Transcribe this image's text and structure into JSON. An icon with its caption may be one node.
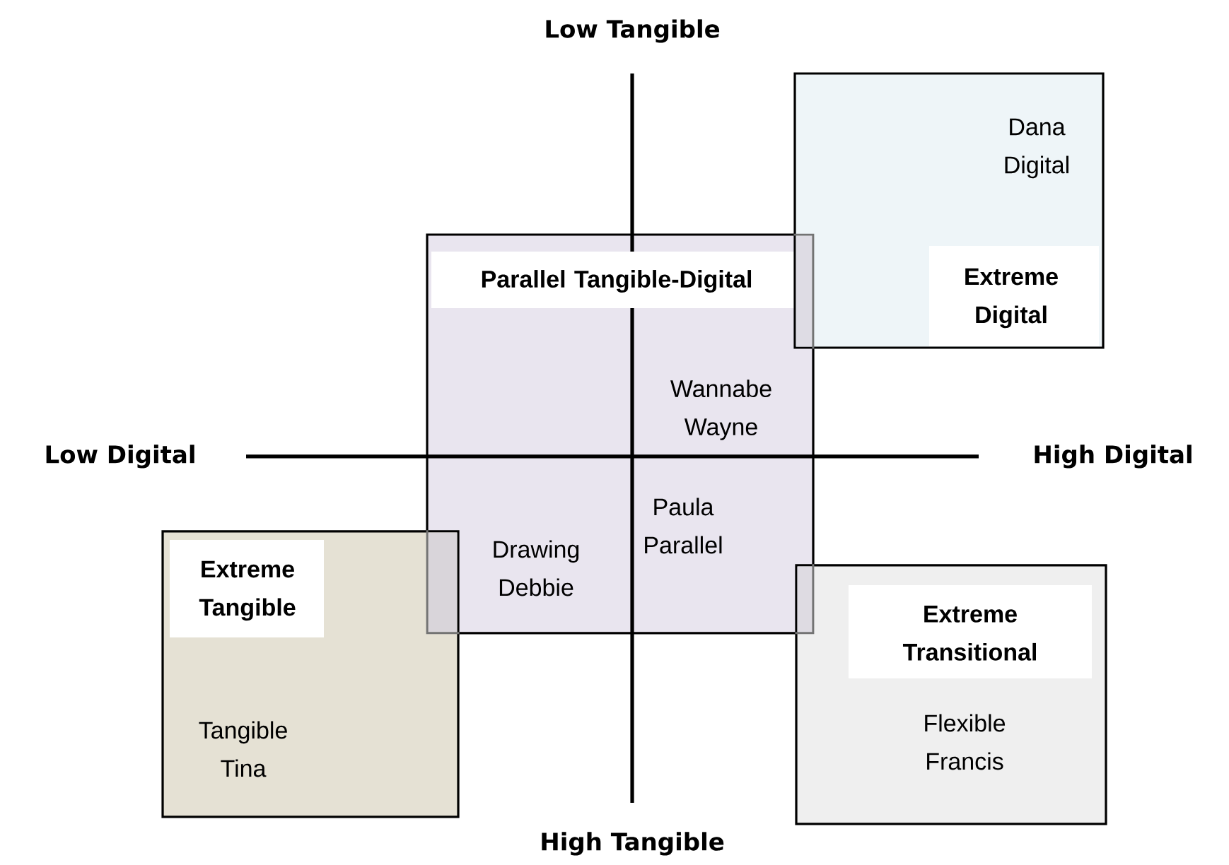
{
  "diagram": {
    "nodes": [
      {
        "text": [
          "Dana Digital",
          "Extreme Digital"
        ]
      },
      {
        "text": [
          "Parallel Tangible-Digital",
          "Wannabe Wayne",
          "Drawing Debbie",
          "Paula Parallel"
        ]
      },
      {
        "text": [
          "Extreme Tangible",
          "Tangible Tina"
        ]
      },
      {
        "text": [
          "Extreme Transitional",
          "Flexible Francis"
        ]
      }
    ],
    "labels": [
      "Low Tangible",
      "Low Digital",
      "High Digital",
      "High Tangible"
    ]
  }
}
